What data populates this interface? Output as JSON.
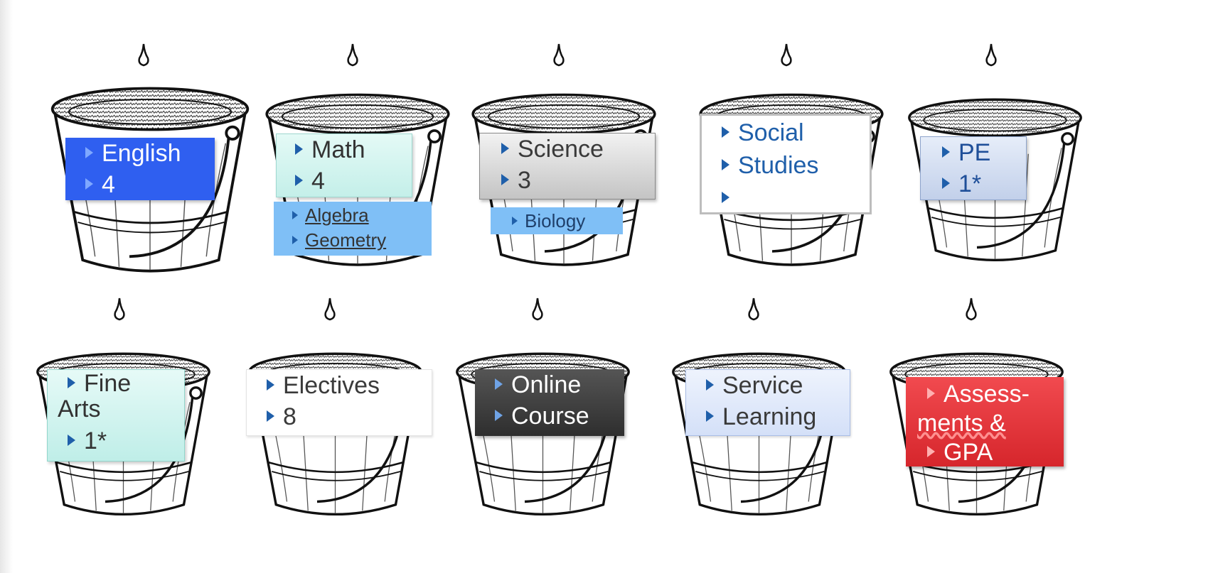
{
  "buckets": [
    {
      "lines": [
        "English",
        "4"
      ]
    },
    {
      "lines": [
        "Math",
        "4"
      ],
      "sub": [
        "Algebra",
        "Geometry"
      ]
    },
    {
      "lines": [
        "Science",
        "3"
      ],
      "sub": [
        "Biology"
      ]
    },
    {
      "lines": [
        "Social",
        "Studies",
        ""
      ]
    },
    {
      "lines": [
        "PE",
        "1*"
      ]
    },
    {
      "lines": [
        "Fine",
        "Arts",
        "1*"
      ]
    },
    {
      "lines": [
        "Electives",
        "8"
      ]
    },
    {
      "lines": [
        "Online",
        "Course"
      ]
    },
    {
      "lines": [
        "Service",
        "Learning"
      ]
    },
    {
      "lines": [
        "Assess-",
        "ments &",
        "GPA"
      ]
    }
  ],
  "colors": {
    "english_fill": "#2f5ff0",
    "math_fill": "#cdf3ee",
    "sub_fill": "#7fbff6",
    "science_fill": "#c8c8c8",
    "pe_fill": "#c9d7ef",
    "online_fill": "#3d3d3d",
    "service_fill": "#dce6fb",
    "assess_fill": "#e3363c",
    "bullet_blue": "#1f5faa"
  }
}
